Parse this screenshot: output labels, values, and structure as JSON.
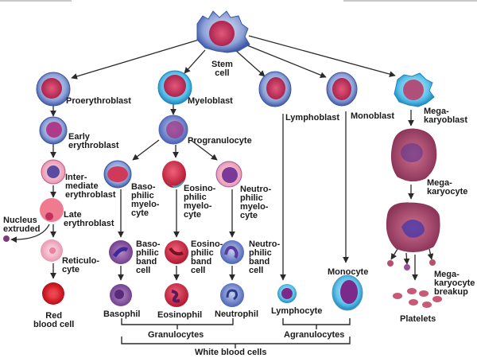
{
  "title": "Hematopoiesis: blood cell differentiation from stem cell",
  "colors": {
    "arrow": "#2a2a2a",
    "blast_membrane": "#5a7cc0",
    "myeloblast_membrane": "#3aa6d8",
    "nucleus_red": "#c0305a",
    "rbc": "#d8202a",
    "eosinophil": "#d42a3a",
    "neutrophil": "#6a7ec8",
    "basophil": "#8a4a9a",
    "megakaryocyte": "#a84a6a",
    "platelet": "#b8506a"
  },
  "cells": {
    "stem_cell": {
      "label": "Stem\ncell",
      "icon": "stem-cell"
    },
    "proerythroblast": {
      "label": "Proerythroblast"
    },
    "early_erythroblast": {
      "label": "Early\nerythroblast"
    },
    "intermediate_erythroblast": {
      "label": "Inter-\nmediate\nerythroblast"
    },
    "late_erythroblast": {
      "label": "Late\nerythroblast"
    },
    "nucleus_extruded": {
      "label": "Nucleus\nextruded"
    },
    "reticulocyte": {
      "label": "Reticulo-\ncyte"
    },
    "red_blood_cell": {
      "label": "Red\nblood cell"
    },
    "myeloblast": {
      "label": "Myeloblast"
    },
    "progranulocyte": {
      "label": "Progranulocyte"
    },
    "basophilic_myelocyte": {
      "label": "Baso-\nphilic\nmyelo-\ncyte"
    },
    "eosinophilic_myelocyte": {
      "label": "Eosino-\nphilic\nmyelo-\ncyte"
    },
    "neutrophilic_myelocyte": {
      "label": "Neutro-\nphilic\nmyelo-\ncyte"
    },
    "basophilic_band_cell": {
      "label": "Baso-\nphilic\nband\ncell"
    },
    "eosinophilic_band_cell": {
      "label": "Eosino-\nphilic\nband\ncell"
    },
    "neutrophilic_band_cell": {
      "label": "Neutro-\nphilic\nband\ncell"
    },
    "basophil": {
      "label": "Basophil"
    },
    "eosinophil": {
      "label": "Eosinophil"
    },
    "neutrophil": {
      "label": "Neutrophil"
    },
    "lymphoblast": {
      "label": "Lymphoblast"
    },
    "lymphocyte": {
      "label": "Lymphocyte"
    },
    "monoblast": {
      "label": "Monoblast"
    },
    "monocyte": {
      "label": "Monocyte"
    },
    "megakaryoblast": {
      "label": "Mega-\nkaryoblast"
    },
    "megakaryocyte": {
      "label": "Mega-\nkaryocyte"
    },
    "megakaryocyte_breakup": {
      "label": "Mega-\nkaryocyte\nbreakup"
    },
    "platelets": {
      "label": "Platelets"
    }
  },
  "groups": {
    "granulocytes": "Granulocytes",
    "agranulocytes": "Agranulocytes",
    "white_blood_cells": "White blood cells"
  }
}
